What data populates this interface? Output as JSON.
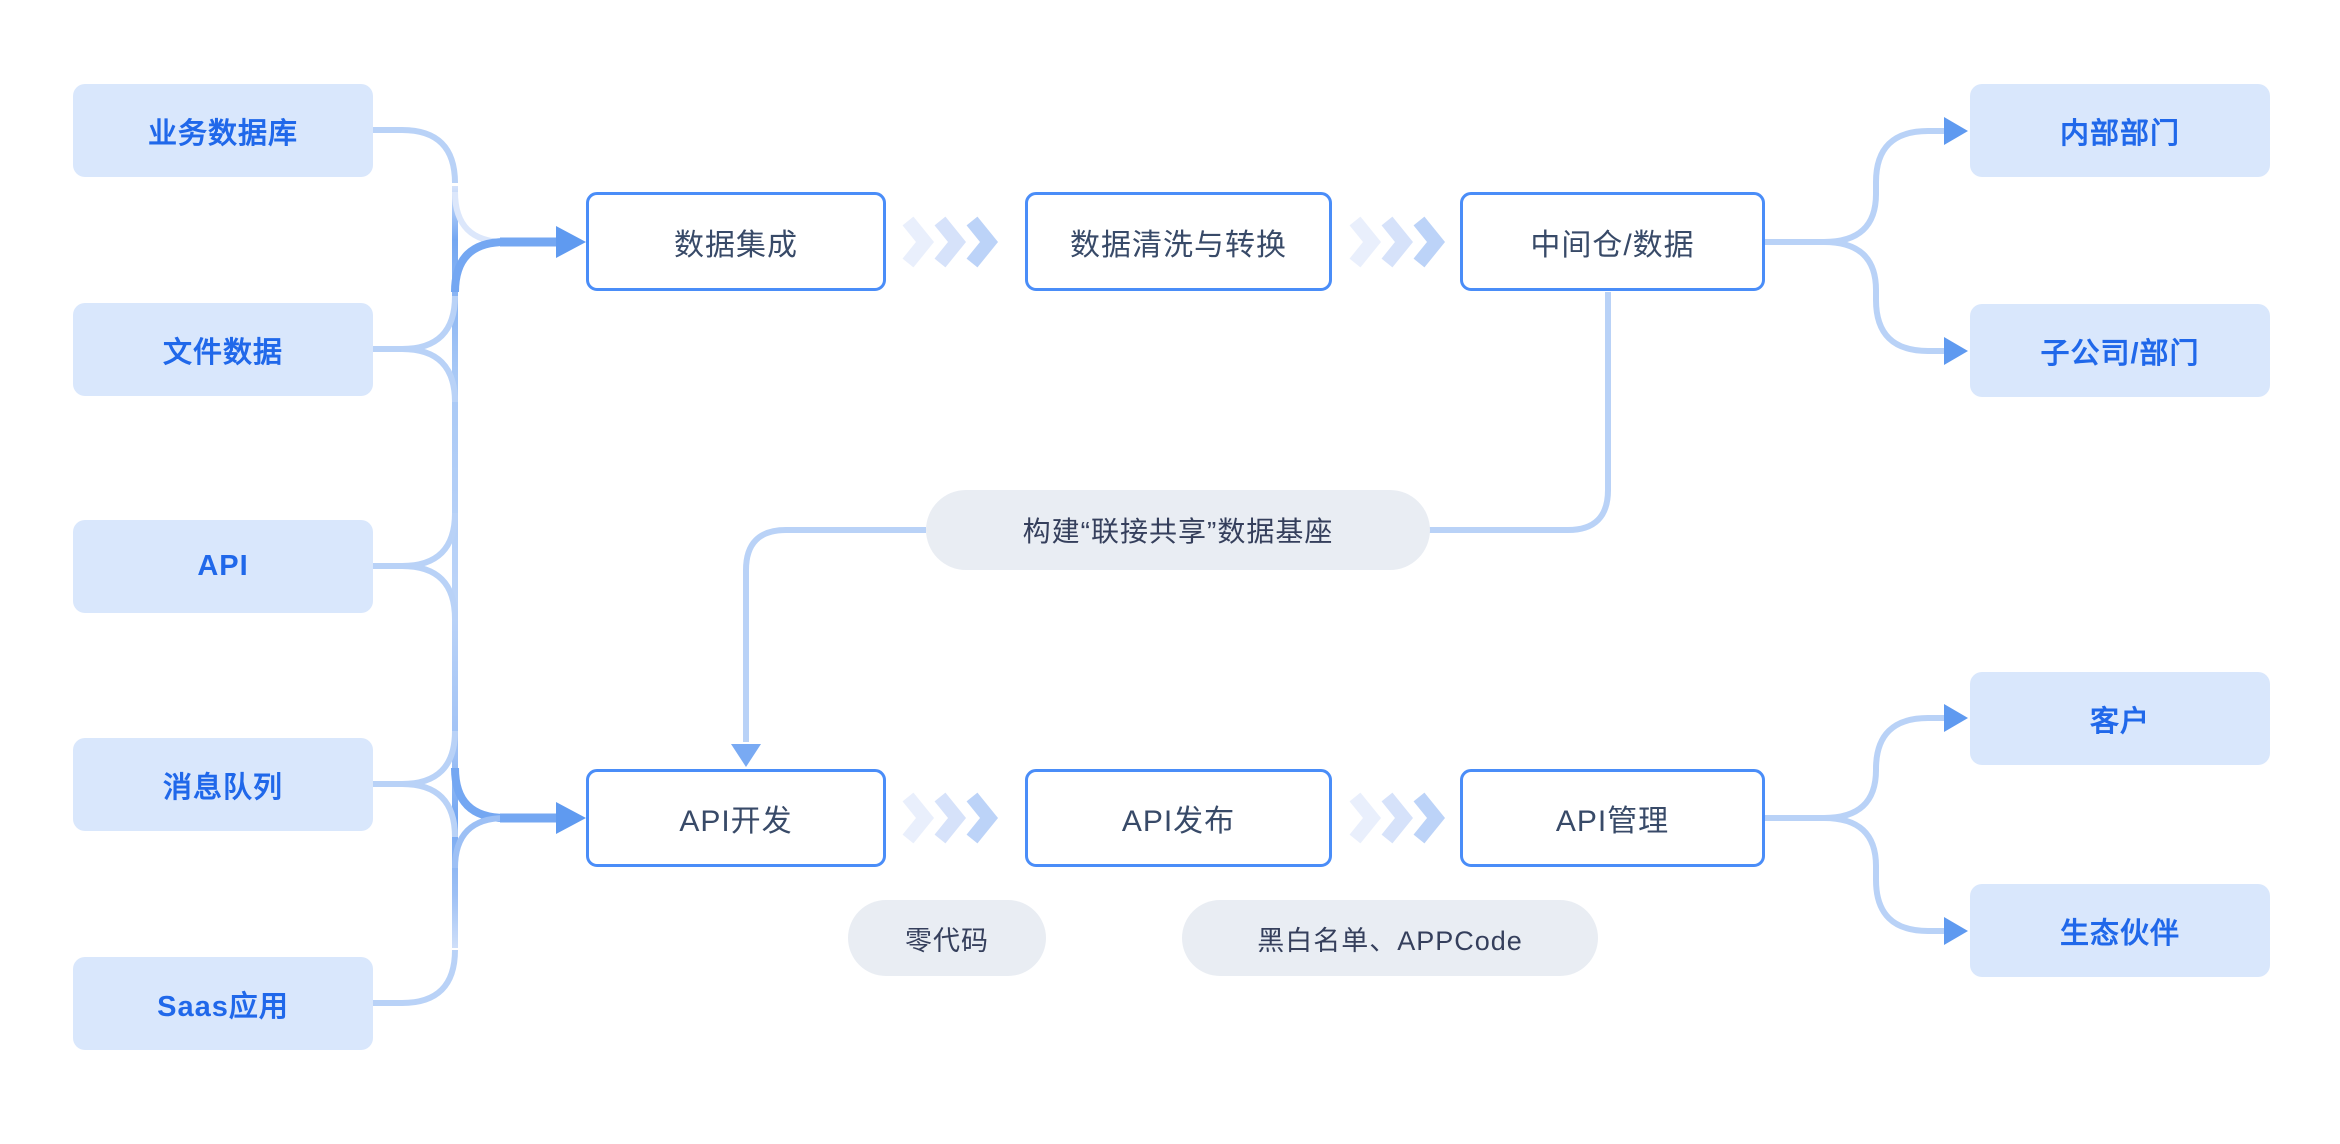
{
  "diagram": {
    "sources": [
      "业务数据库",
      "文件数据",
      "API",
      "消息队列",
      "Saas应用"
    ],
    "data_flow": [
      "数据集成",
      "数据清洗与转换",
      "中间仓/数据"
    ],
    "api_flow": [
      "API开发",
      "API发布",
      "API管理"
    ],
    "data_consumers": [
      "内部部门",
      "子公司/部门"
    ],
    "api_consumers": [
      "客户",
      "生态伙伴"
    ],
    "labels": {
      "foundation": "构建“联接共享”数据基座",
      "zero_code": "零代码",
      "api_security": "黑白名单、APPCode"
    },
    "colors": {
      "source_fill": "#d9e7fc",
      "source_text": "#2068ea",
      "process_border": "#4a8df8",
      "process_text": "#384a68",
      "pill_fill": "#e9edf3",
      "pill_text": "#353f5c",
      "connector": "#b9d2f7",
      "arrow": "#74a7f2",
      "arrowhead": "#5f9af0",
      "canvas_bg": "#ffffff"
    }
  }
}
